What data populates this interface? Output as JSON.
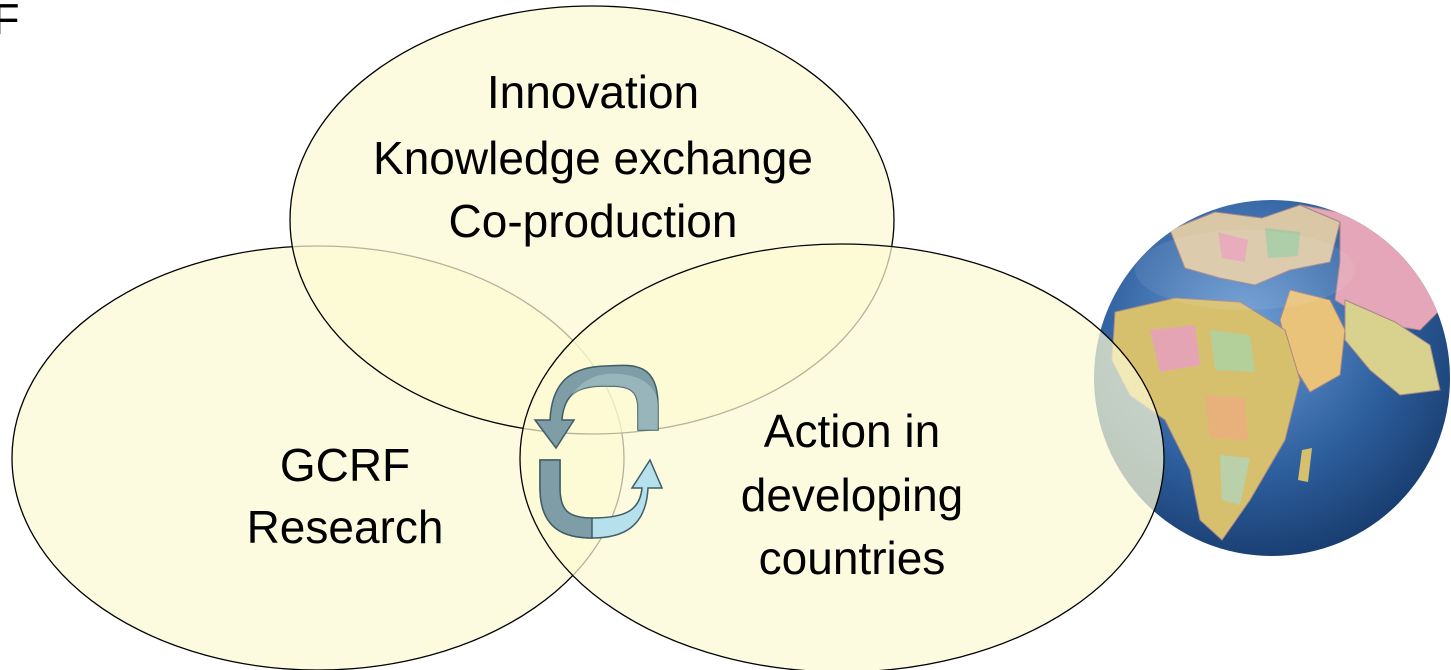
{
  "corner_text": "F",
  "circles": {
    "top": {
      "lines": [
        "Innovation",
        "Knowledge exchange",
        "Co-production"
      ]
    },
    "left": {
      "lines": [
        "GCRF",
        "Research"
      ]
    },
    "right": {
      "lines": [
        "Action in",
        "developing",
        "countries"
      ]
    }
  },
  "colors": {
    "ellipse_fill": "#fcfad2",
    "ellipse_stroke": "#000000",
    "dashed_line_top": "#c9ced8",
    "dashed_line_bottom": "#9a9ad8",
    "arrow_dark": "#7f9da6",
    "arrow_light": "#b5e0ec",
    "globe_ocean": "#2e5f9e"
  },
  "icons": {
    "cycle": "circular-arrows-icon",
    "globe": "globe-icon"
  }
}
